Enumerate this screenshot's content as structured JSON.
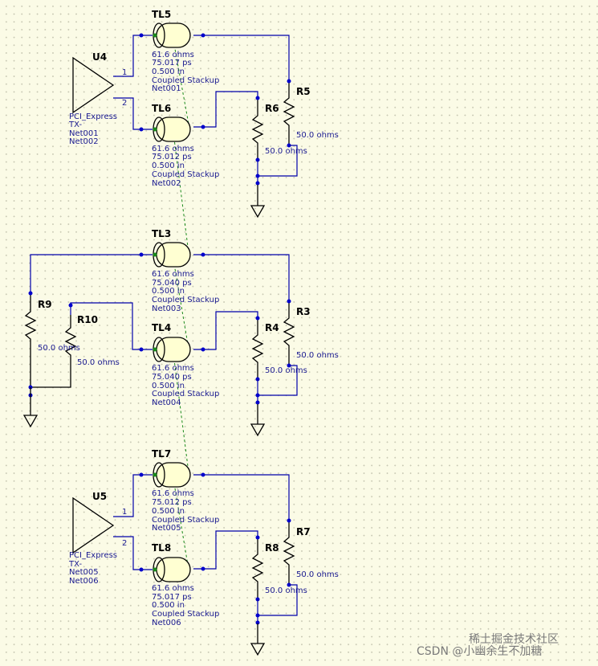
{
  "drivers": [
    {
      "ref": "U4",
      "pins": [
        "1",
        "2"
      ],
      "lines": [
        "PCI_Express",
        "TX-",
        "Net001",
        "Net002"
      ]
    },
    {
      "ref": "U5",
      "pins": [
        "1",
        "2"
      ],
      "lines": [
        "PCI_Express",
        "TX-",
        "Net005",
        "Net006"
      ]
    }
  ],
  "tlines": [
    {
      "ref": "TL5",
      "lines": [
        "61.6 ohms",
        "75.017 ps",
        "0.500 in",
        "Coupled Stackup",
        "Net001"
      ]
    },
    {
      "ref": "TL6",
      "lines": [
        "61.6 ohms",
        "75.012 ps",
        "0.500 in",
        "Coupled Stackup",
        "Net002"
      ]
    },
    {
      "ref": "TL3",
      "lines": [
        "61.6 ohms",
        "75.040 ps",
        "0.500 in",
        "Coupled Stackup",
        "Net003"
      ]
    },
    {
      "ref": "TL4",
      "lines": [
        "61.6 ohms",
        "75.040 ps",
        "0.500 in",
        "Coupled Stackup",
        "Net004"
      ]
    },
    {
      "ref": "TL7",
      "lines": [
        "61.6 ohms",
        "75.012 ps",
        "0.500 in",
        "Coupled Stackup",
        "Net005"
      ]
    },
    {
      "ref": "TL8",
      "lines": [
        "61.6 ohms",
        "75.017 ps",
        "0.500 in",
        "Coupled Stackup",
        "Net006"
      ]
    }
  ],
  "resistors": [
    {
      "ref": "R5",
      "value": "50.0 ohms"
    },
    {
      "ref": "R6",
      "value": "50.0 ohms"
    },
    {
      "ref": "R3",
      "value": "50.0 ohms"
    },
    {
      "ref": "R4",
      "value": "50.0 ohms"
    },
    {
      "ref": "R9",
      "value": "50.0 ohms"
    },
    {
      "ref": "R10",
      "value": "50.0 ohms"
    },
    {
      "ref": "R7",
      "value": "50.0 ohms"
    },
    {
      "ref": "R8",
      "value": "50.0 ohms"
    }
  ],
  "watermark": "CSDN @小幽余生不加糖",
  "watermark_logo": "稀土掘金技术社区",
  "colors": {
    "background": "#fbfbe6",
    "wire": "#0000aa",
    "text": "#1a1a90",
    "coupling": "#1a8a1a"
  }
}
